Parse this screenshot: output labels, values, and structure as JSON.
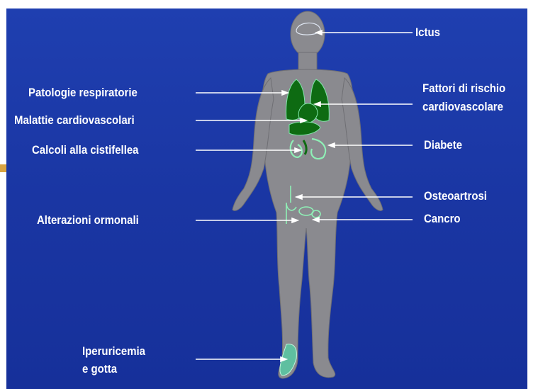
{
  "colors": {
    "background": "#1a37a6",
    "body": "#8a8a8f",
    "organ": "#0e6b12",
    "organ_outline": "#7fe6a8",
    "text": "#ffffff"
  },
  "labels": {
    "ictus": "Ictus",
    "patologie_respiratorie": "Patologie respiratorie",
    "malattie_cardiovascolari": "Malattie cardiovascolari",
    "calcoli_cistifellea": "Calcoli alla cistifellea",
    "fattori_rischio_line1": "Fattori di rischio",
    "fattori_rischio_line2": "cardiovascolare",
    "diabete": "Diabete",
    "osteoartrosi": "Osteoartrosi",
    "cancro": "Cancro",
    "alterazioni_ormonali": "Alterazioni ormonali",
    "iperuricemia_line1": "Iperuricemia",
    "iperuricemia_line2": "e gotta"
  }
}
